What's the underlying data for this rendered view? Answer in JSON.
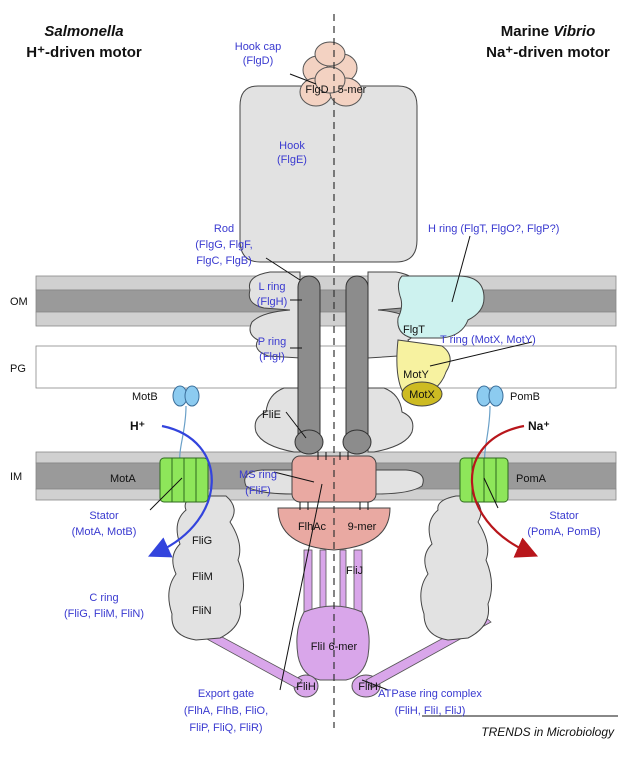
{
  "headers": {
    "left_species": "Salmonella",
    "left_motor": "H⁺-driven motor",
    "right_species_prefix": "Marine ",
    "right_species_italic": "Vibrio",
    "right_motor": "Na⁺-driven motor"
  },
  "layers": {
    "om": "OM",
    "pg": "PG",
    "im": "IM"
  },
  "labels": {
    "hook_cap": [
      "Hook cap",
      "(FlgD)"
    ],
    "hook": [
      "Hook",
      "(FlgE)"
    ],
    "rod": [
      "Rod",
      "(FlgG, FlgF,",
      "FlgC, FlgB)"
    ],
    "l_ring": [
      "L ring",
      "(FlgH)"
    ],
    "p_ring": [
      "P ring",
      "(FlgI)"
    ],
    "h_ring": "H ring (FlgT, FlgO?, FlgP?)",
    "t_ring": "T ring (MotX, MotY)",
    "ms_ring": [
      "MS ring",
      "(FliF)"
    ],
    "stator_left": [
      "Stator",
      "(MotA, MotB)"
    ],
    "stator_right": [
      "Stator",
      "(PomA, PomB)"
    ],
    "c_ring": [
      "C ring",
      "(FliG, FliM, FliN)"
    ],
    "export_gate": [
      "Export gate",
      "(FlhA, FlhB, FliO,",
      "FliP, FliQ, FliR)"
    ],
    "atpase": [
      "ATPase ring complex",
      "(FliH, FliI, FliJ)"
    ]
  },
  "components": {
    "flgd": "FlgD",
    "five_mer": "5-mer",
    "flgt": "FlgT",
    "moty": "MotY",
    "motx": "MotX",
    "motb": "MotB",
    "mota": "MotA",
    "pomb": "PomB",
    "poma": "PomA",
    "h_plus": "H⁺",
    "na_plus": "Na⁺",
    "flie": "FliE",
    "flhac": "FlhAc",
    "nine_mer": "9-mer",
    "flij": "FliJ",
    "flii": "FliI 6-mer",
    "flih_left": "FliH",
    "flih_right": "FliH",
    "flig": "FliG",
    "flim": "FliM",
    "flin": "FliN"
  },
  "footer": "TRENDS in Microbiology",
  "colors": {
    "membrane_dark": "#9a9a9a",
    "membrane_light": "#d0d0d0",
    "body_gray": "#e2e2e2",
    "rod_gray": "#8c8c8c",
    "cap_peach": "#f3d2c2",
    "flgt_cyan": "#cdf2ef",
    "moty_yellow": "#f7f2a0",
    "motx_olive": "#cdbb22",
    "stator_green": "#8ee65a",
    "motb_blue": "#8ccbf0",
    "ms_pink": "#e9a9a2",
    "atpase_purple": "#d9a6ea",
    "label_blue": "#3a3ad0",
    "arrow_blue": "#3344dd",
    "arrow_red": "#b8161b"
  }
}
